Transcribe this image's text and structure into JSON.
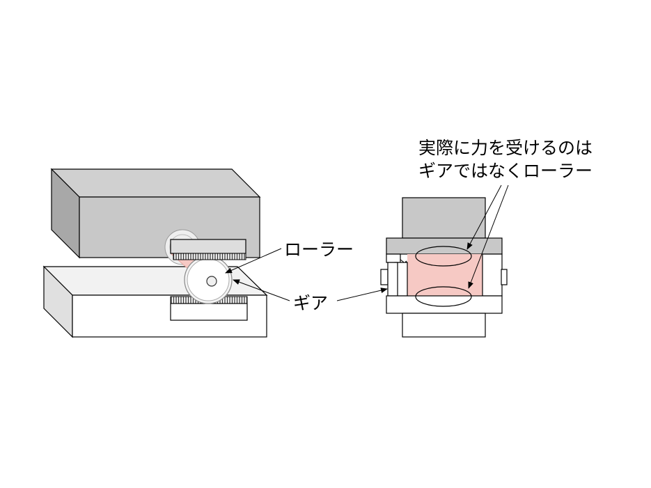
{
  "labels": {
    "roller": "ローラー",
    "gear": "ギア",
    "note_line1": "実際に力を受けるのは",
    "note_line2": "ギアではなくローラー"
  },
  "colors": {
    "upper_block": "#c8c8c8",
    "upper_block_side": "#a0a0a0",
    "lower_block": "#f2f2f2",
    "roller_highlight": "#f6c9c4",
    "stroke": "#000000"
  }
}
